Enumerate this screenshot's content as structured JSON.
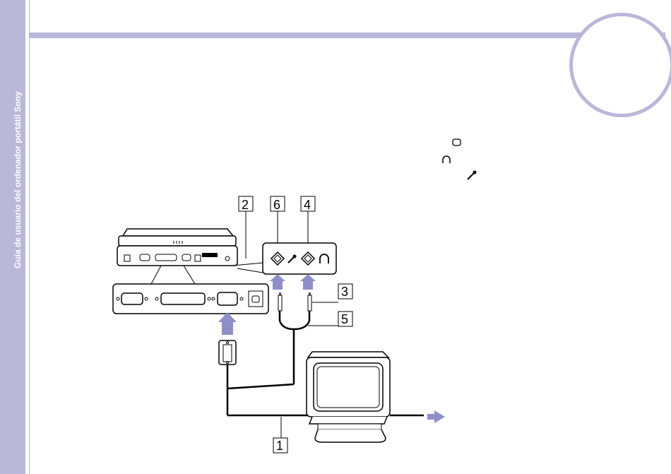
{
  "sidebar": {
    "title": "Guía de usuario del ordenador portátil Sony"
  },
  "icons": {
    "header_glyph": "speaker-glyph",
    "headphone_glyph": "headphone-glyph",
    "mic_glyph": "microphone-glyph"
  },
  "diagram": {
    "callouts": [
      "2",
      "6",
      "4",
      "3",
      "5",
      "1"
    ]
  },
  "colors": {
    "accent": "#b9b8d9",
    "arrow": "#8f8fc8"
  }
}
